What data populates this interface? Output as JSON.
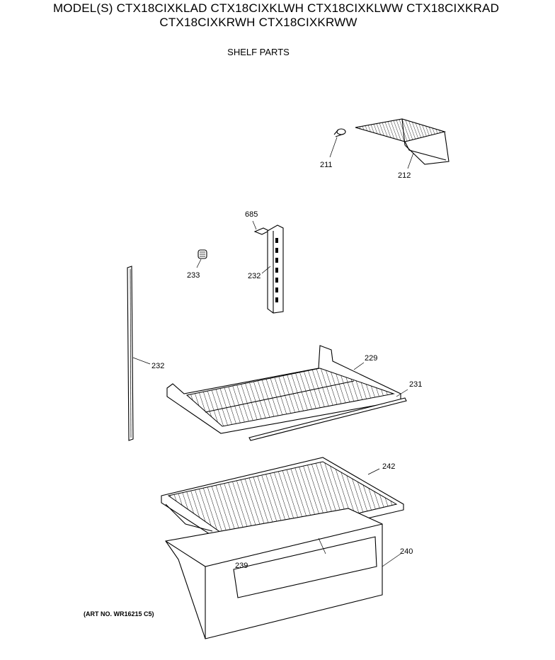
{
  "header": {
    "models_line1": "MODEL(S) CTX18CIXKLAD CTX18CIXKLWH CTX18CIXKLWW CTX18CIXKRAD",
    "models_line2": "CTX18CIXKRWH CTX18CIXKRWW"
  },
  "section_title": "SHELF PARTS",
  "art_number": "(ART NO. WR16215 C5)",
  "parts": {
    "p211": "211",
    "p212": "212",
    "p685": "685",
    "p233": "233",
    "p232_center": "232",
    "p232_left": "232",
    "p229": "229",
    "p231": "231",
    "p242": "242",
    "p240": "240",
    "p239": "239"
  }
}
